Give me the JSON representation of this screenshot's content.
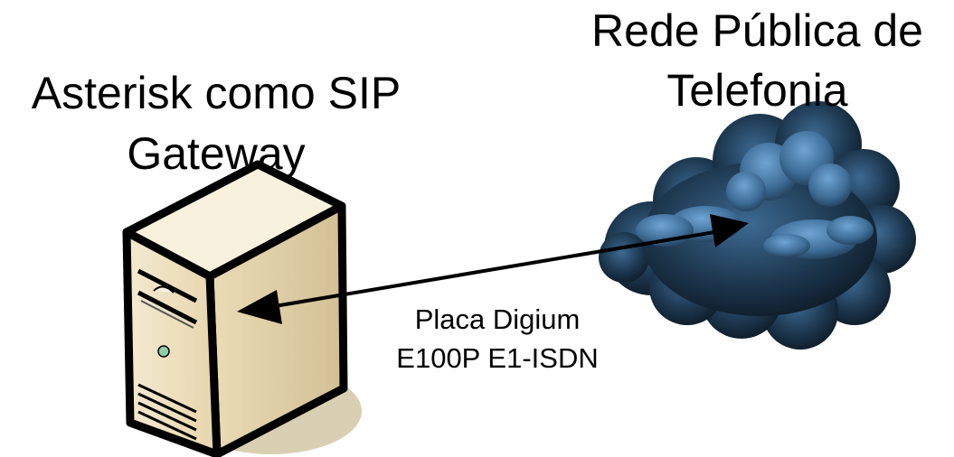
{
  "server": {
    "label_line1": "Asterisk como SIP",
    "label_line2": "Gateway"
  },
  "cloud": {
    "label_line1": "Rede Pública de",
    "label_line2": "Telefonia"
  },
  "link": {
    "label_line1": "Placa Digium",
    "label_line2": "E100P E1-ISDN"
  },
  "colors": {
    "server_front": "#efe2c1",
    "server_side": "#d8c59c",
    "server_top": "#f7efd8",
    "server_shadow": "#d8cfb3",
    "led": "#8fcfa8",
    "cloud_dark": "#0b1620",
    "cloud_mid": "#2a4a66",
    "cloud_light": "#5b8fbd",
    "line": "#000000"
  }
}
